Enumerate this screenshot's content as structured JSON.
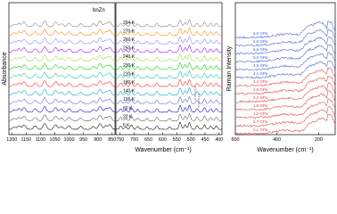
{
  "figure": {
    "panels": [
      {
        "id": "ir-left",
        "sample_label": "bnZn",
        "ylabel": "Absorbance",
        "xlabel": "",
        "ticks": [
          "1200",
          "1150",
          "1100",
          "1050",
          "1000",
          "950",
          "900",
          "850"
        ]
      },
      {
        "id": "ir-right",
        "xlabel": "Wavenumber (cm⁻¹)",
        "ticks": [
          "750",
          "700",
          "650",
          "600",
          "550",
          "500",
          "450",
          "400"
        ]
      },
      {
        "id": "raman",
        "ylabel": "Raman Intensity",
        "xlabel": "Wavenumber (cm⁻¹)",
        "ticks": [
          "600",
          "400",
          "200"
        ]
      }
    ]
  },
  "chart_data": [
    {
      "type": "line",
      "title": "",
      "subtitle": "bnZn",
      "ylabel": "Absorbance",
      "xlabel": "",
      "xlim": [
        1210,
        840
      ],
      "x_reversed": true,
      "stacked": true,
      "series": [
        {
          "name": "5 K",
          "color": "#000000"
        },
        {
          "name": "20 K",
          "color": "#5a5a5a"
        },
        {
          "name": "60 K",
          "color": "#0000cc"
        },
        {
          "name": "100 K",
          "color": "#4a6cd4"
        },
        {
          "name": "140 K",
          "color": "#00a0d0"
        },
        {
          "name": "180 K",
          "color": "#ff2020"
        },
        {
          "name": "210 K",
          "color": "#00c8a0"
        },
        {
          "name": "230 K",
          "color": "#00d000"
        },
        {
          "name": "240 K",
          "color": "#90e040"
        },
        {
          "name": "250 K",
          "color": "#a000ff"
        },
        {
          "name": "260 K",
          "color": "#8080ff"
        },
        {
          "name": "270 K",
          "color": "#ff8000"
        },
        {
          "name": "294 K",
          "color": "#808080"
        }
      ]
    },
    {
      "type": "line",
      "title": "",
      "xlabel": "Wavenumber (cm⁻¹)",
      "ylabel": "",
      "xlim": [
        765,
        390
      ],
      "x_reversed": true,
      "stacked": true,
      "series": [
        {
          "name": "5 K",
          "color": "#000000"
        },
        {
          "name": "20 K",
          "color": "#5a5a5a"
        },
        {
          "name": "60 K",
          "color": "#0000cc"
        },
        {
          "name": "100 K",
          "color": "#4a6cd4"
        },
        {
          "name": "140 K",
          "color": "#00a0d0"
        },
        {
          "name": "180 K",
          "color": "#ff2020"
        },
        {
          "name": "210 K",
          "color": "#00c8a0"
        },
        {
          "name": "230 K",
          "color": "#00d000"
        },
        {
          "name": "240 K",
          "color": "#90e040"
        },
        {
          "name": "250 K",
          "color": "#a000ff"
        },
        {
          "name": "260 K",
          "color": "#8080ff"
        },
        {
          "name": "270 K",
          "color": "#ff8000"
        },
        {
          "name": "294 K",
          "color": "#808080"
        }
      ]
    },
    {
      "type": "line",
      "title": "",
      "xlabel": "Wavenumber (cm⁻¹)",
      "ylabel": "Raman Intensity",
      "xlim": [
        600,
        120
      ],
      "x_reversed": true,
      "stacked": true,
      "series": [
        {
          "name": "0.1 GPa",
          "color": "#e04040"
        },
        {
          "name": "0.7 GPa",
          "color": "#e04040"
        },
        {
          "name": "1.2 GPa",
          "color": "#e04040"
        },
        {
          "name": "1.9 GPa",
          "color": "#e04040"
        },
        {
          "name": "2.2 GPa",
          "color": "#e04040"
        },
        {
          "name": "2.8 GPa",
          "color": "#e04040"
        },
        {
          "name": "3.4 GPa",
          "color": "#e04040"
        },
        {
          "name": "4.1 GPa",
          "color": "#4060d0"
        },
        {
          "name": "4.5 GPa",
          "color": "#4060d0"
        },
        {
          "name": "5.0 GPa",
          "color": "#4060d0"
        },
        {
          "name": "5.6 GPa",
          "color": "#4060d0"
        },
        {
          "name": "5.8 GPa",
          "color": "#4060d0"
        },
        {
          "name": "6.0 GPa",
          "color": "#4060d0"
        }
      ]
    }
  ]
}
